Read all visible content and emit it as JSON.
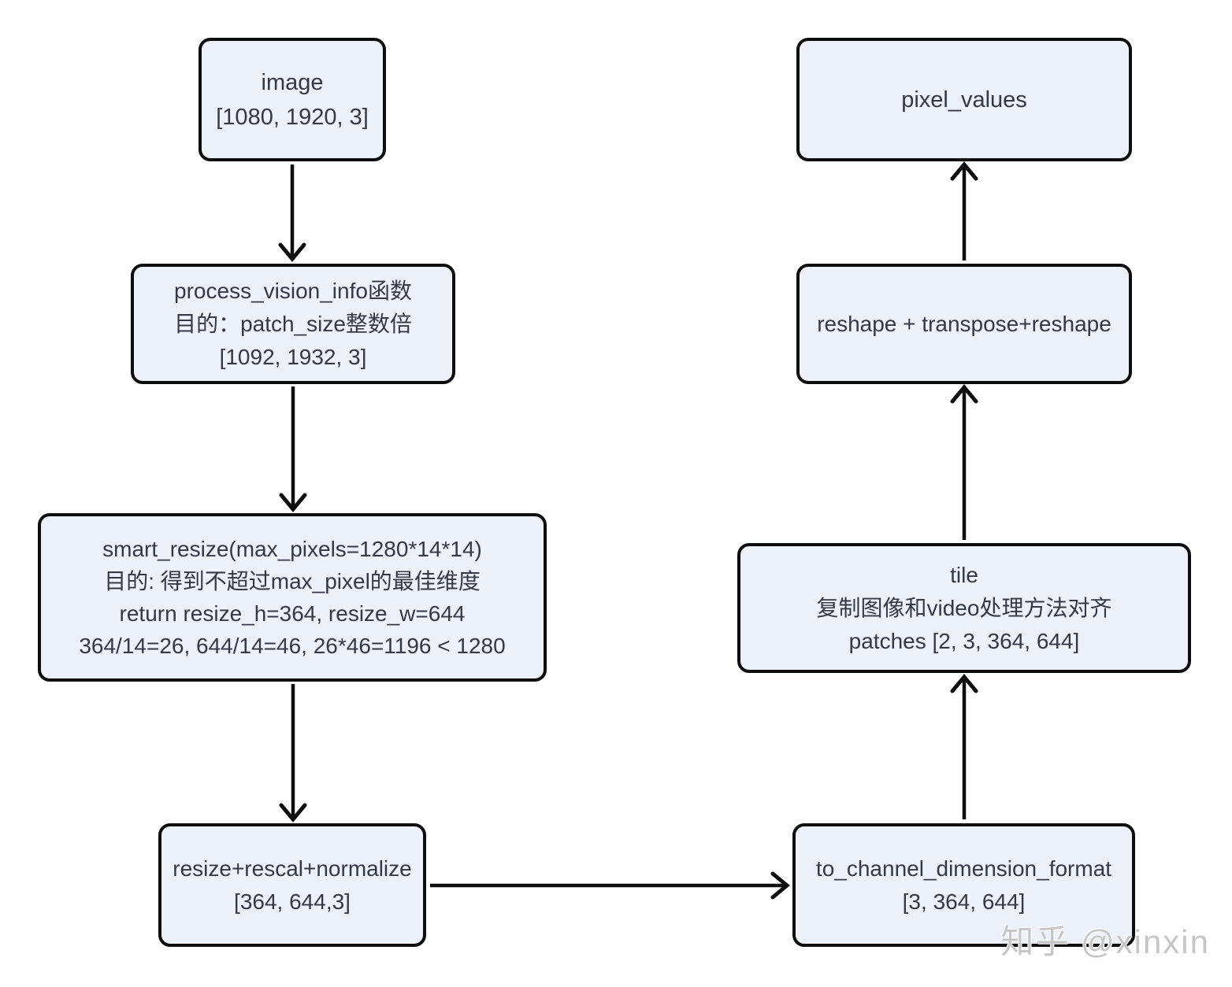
{
  "diagram": {
    "colors": {
      "background": "#ffffff",
      "node_fill": "#edf1fa",
      "node_border": "#0e0e0e",
      "text": "#333945",
      "arrow": "#0e0e0e",
      "watermark": "#c6c6c6"
    },
    "nodes": {
      "image": {
        "lines": [
          "image",
          "[1080, 1920, 3]"
        ]
      },
      "process_vision_info": {
        "lines": [
          "process_vision_info函数",
          "目的：patch_size整数倍",
          "[1092, 1932, 3]"
        ]
      },
      "smart_resize": {
        "lines": [
          "smart_resize(max_pixels=1280*14*14)",
          "目的: 得到不超过max_pixel的最佳维度",
          "return resize_h=364, resize_w=644",
          "364/14=26, 644/14=46, 26*46=1196 < 1280"
        ]
      },
      "resize_rescale_normalize": {
        "lines": [
          "resize+rescal+normalize",
          "[364, 644,3]"
        ]
      },
      "to_channel_dimension_format": {
        "lines": [
          "to_channel_dimension_format",
          "[3, 364, 644]"
        ]
      },
      "tile": {
        "lines": [
          "tile",
          "复制图像和video处理方法对齐",
          "patches [2, 3, 364, 644]"
        ]
      },
      "reshape_transpose_reshape": {
        "lines": [
          "reshape + transpose+reshape"
        ]
      },
      "pixel_values": {
        "lines": [
          "pixel_values"
        ]
      }
    },
    "edges": [
      {
        "from": "image",
        "to": "process_vision_info"
      },
      {
        "from": "process_vision_info",
        "to": "smart_resize"
      },
      {
        "from": "smart_resize",
        "to": "resize_rescale_normalize"
      },
      {
        "from": "resize_rescale_normalize",
        "to": "to_channel_dimension_format"
      },
      {
        "from": "to_channel_dimension_format",
        "to": "tile"
      },
      {
        "from": "tile",
        "to": "reshape_transpose_reshape"
      },
      {
        "from": "reshape_transpose_reshape",
        "to": "pixel_values"
      }
    ],
    "watermark": "知乎 @xinxin"
  }
}
